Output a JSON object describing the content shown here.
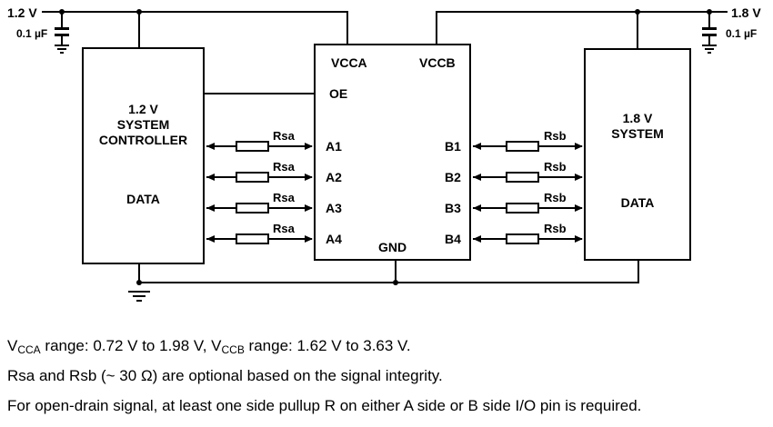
{
  "diagram": {
    "left_supply": {
      "voltage": "1.2 V",
      "capacitor": "0.1 µF"
    },
    "right_supply": {
      "voltage": "1.8 V",
      "capacitor": "0.1 µF"
    },
    "left_block": {
      "title_line1": "1.2 V",
      "title_line2": "SYSTEM",
      "title_line3": "CONTROLLER",
      "data_label": "DATA"
    },
    "right_block": {
      "title_line1": "1.8 V",
      "title_line2": "SYSTEM",
      "data_label": "DATA"
    },
    "translator": {
      "vcca": "VCCA",
      "vccb": "VCCB",
      "oe": "OE",
      "gnd": "GND",
      "a_pins": [
        "A1",
        "A2",
        "A3",
        "A4"
      ],
      "b_pins": [
        "B1",
        "B2",
        "B3",
        "B4"
      ]
    },
    "resistor_a_label": "Rsa",
    "resistor_b_label": "Rsb"
  },
  "notes": {
    "line1": {
      "v1": "V",
      "sub1": "CCA",
      "t1": " range: 0.72 V to 1.98 V, V",
      "sub2": "CCB",
      "t2": " range: 1.62 V to 3.63 V."
    },
    "line2": "Rsa and Rsb (~ 30 Ω) are optional based on the signal integrity.",
    "line3": "For open-drain signal, at least one side pullup R on either A side or B side I/O pin is required."
  },
  "colors": {
    "line": "#000000",
    "background": "#ffffff",
    "text": "#000000"
  }
}
